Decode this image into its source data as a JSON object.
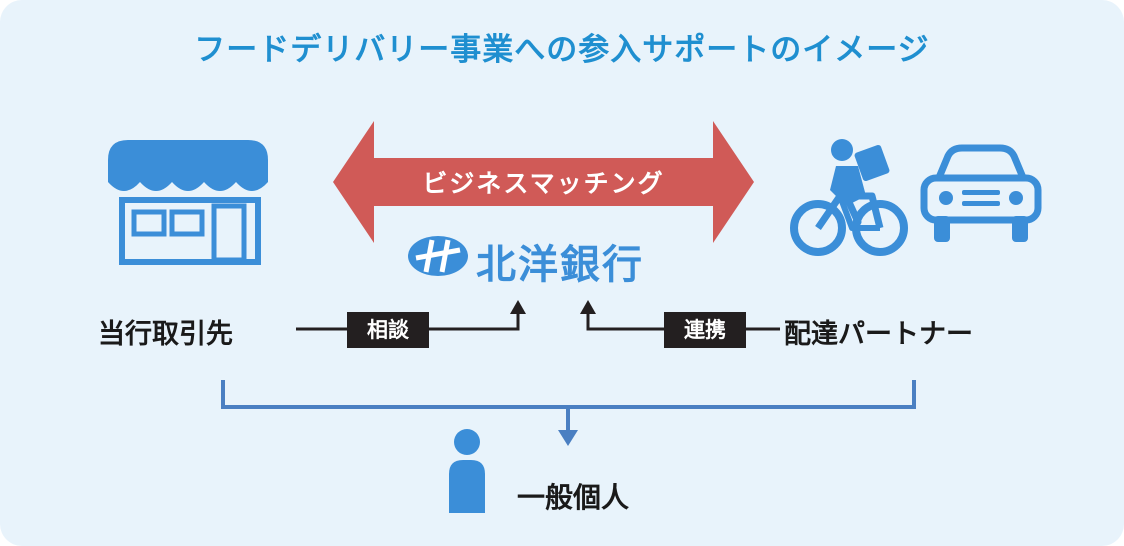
{
  "title": "フードデリバリー事業への参入サポートのイメージ",
  "arrow_label": "ビジネスマッチング",
  "bank_name": "北洋銀行",
  "left_label": "当行取引先",
  "left_tag": "相談",
  "right_tag": "連携",
  "right_label": "配達パートナー",
  "bottom_label": "一般個人",
  "colors": {
    "accent": "#1f8fd0",
    "arrow": "#d05a57",
    "icon_blue": "#3b8ed8",
    "line_blue": "#4a7fc2",
    "panel_bg": "#e8f3fb"
  }
}
